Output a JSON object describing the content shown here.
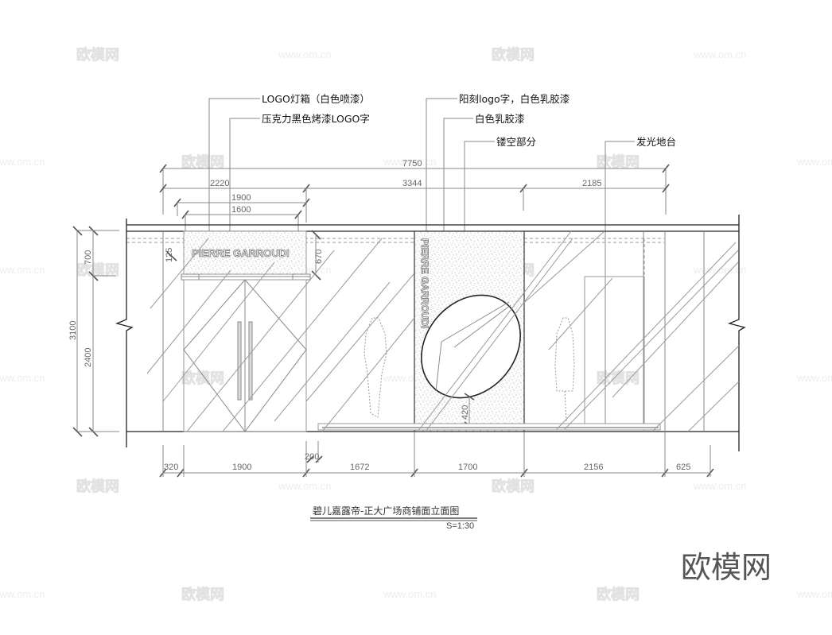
{
  "drawing": {
    "title": "碧儿嘉露帝-正大广场商铺面立面图",
    "scale": "S=1:30",
    "brand": "PIERRE GARROUDI"
  },
  "annotations": [
    {
      "id": "logo_lightbox",
      "text": "LOGO灯箱（白色喷漆）"
    },
    {
      "id": "acrylic_logo",
      "text": "压克力黑色烤漆LOGO字"
    },
    {
      "id": "engraved_logo",
      "text": "阳刻logo字，白色乳胶漆"
    },
    {
      "id": "white_latex",
      "text": "白色乳胶漆"
    },
    {
      "id": "hollow_part",
      "text": "镂空部分"
    },
    {
      "id": "lit_platform",
      "text": "发光地台"
    }
  ],
  "dimensions": {
    "top": {
      "overall": "7750",
      "segments": [
        "2220",
        "3344",
        "2185"
      ],
      "door_outer": "1900",
      "door_inner": "1600"
    },
    "left": {
      "overall": "3100",
      "upper": "700",
      "lower": "2400",
      "sign_height": "125"
    },
    "inner": {
      "sign_right": "670",
      "oval_bottom": "420"
    },
    "bottom": [
      "320",
      "1900",
      "200",
      "1672",
      "1700",
      "2156",
      "625"
    ]
  },
  "watermarks": {
    "brand": "欧模网",
    "url": "www.om.cn",
    "corner_brand": "欧模网"
  }
}
